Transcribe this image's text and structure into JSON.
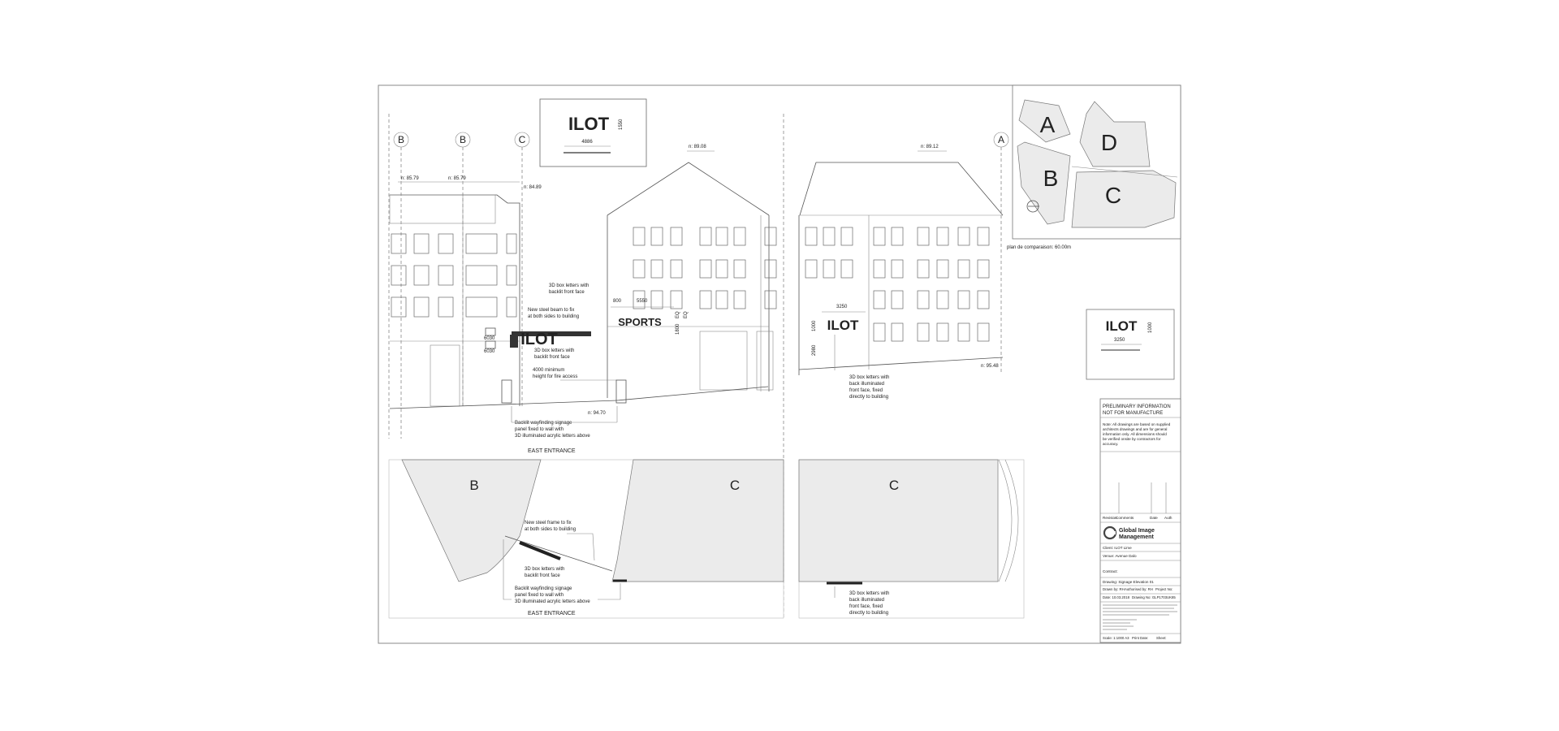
{
  "sheet": {
    "gridlines": {
      "b1": "B",
      "b2": "B",
      "c": "C",
      "a": "A"
    },
    "levels": {
      "l1": "n: 85.79",
      "l2": "n: 85.79",
      "l3": "n: 84.89",
      "l4": "n: 89.08",
      "l5": "n: 89.12",
      "l6": "n: 94.70",
      "l7": "n: 95.48"
    },
    "logo_sample": {
      "text": "ILOT",
      "width": "4886",
      "height": "1550"
    },
    "signs": {
      "ilot": "ILOT",
      "sports": "SPORTS"
    },
    "dims": {
      "d800": "800",
      "d5550": "5550",
      "d1800": "1800",
      "deq1": "EQ",
      "deq2": "EQ",
      "d6030a": "6030",
      "d6030b": "6030",
      "d3250": "3250",
      "d1000": "1000",
      "d2980": "2980",
      "s3250": "3250",
      "s1000": "1000"
    },
    "notes": {
      "n1a": "3D box letters with",
      "n1b": "backlit front face",
      "n2a": "New steel beam to fix",
      "n2b": "at both sides to building",
      "n3a": "3D box letters with",
      "n3b": "backlit front face",
      "n4a": "4000 minimum",
      "n4b": "height for fire access",
      "n5a": "Backlit wayfinding signage",
      "n5b": "panel fixed to wall with",
      "n5c": "3D illuminated acrylic letters above",
      "n6a": "3D box letters with",
      "n6b": "back illuminated",
      "n6c": "front face, fixed",
      "n6d": "directly to building",
      "n7a": "New steel frame to fix",
      "n7b": "at both sides to building",
      "n8a": "3D box letters with",
      "n8b": "backlit front face",
      "n9a": "Backlit wayfinding signage",
      "n9b": "panel fixed to wall with",
      "n9c": "3D illuminated acrylic letters above",
      "n10a": "3D box letters with",
      "n10b": "back illuminated",
      "n10c": "front face, fixed",
      "n10d": "directly to building"
    },
    "east_entrance_top": "EAST ENTRANCE",
    "east_entrance_bottom": "EAST ENTRANCE",
    "plan_labels": {
      "B": "B",
      "C": "C",
      "C2": "C"
    },
    "keyplan": {
      "a": "A",
      "b": "B",
      "c": "C",
      "d": "D",
      "caption": "plan de comparaison: 60.00m"
    },
    "sign_detail": {
      "text": "ILOT",
      "width": "3250",
      "height": "1000"
    },
    "titleblock": {
      "preliminary1": "PRELIMINARY INFORMATION",
      "preliminary2": "NOT FOR MANUFACTURE",
      "note1": "Note: All drawings are based on supplied",
      "note2": "architects drawings and are for general",
      "note3": "information only. All dimensions should",
      "note4": "be verified onsite by contractors for",
      "note5": "accuracy.",
      "rev_cols": [
        "Revision",
        "Comments",
        "Date",
        "Auth"
      ],
      "company1": "Global Image",
      "company2": "Management",
      "client": "Client:  ILOT Lime",
      "venue": "Venue:  Avenue Dalo",
      "contract": "Contract:",
      "drawing": "Drawing:  Signage Elevation 01",
      "drawn": "Drawn by:  RH",
      "authorised": "Authorised by:  RH",
      "project": "Project No:",
      "date": "Date:  10.03.2018",
      "drawing_no": "Drawing No:  GLP1703UK85",
      "scale": "Scale:  1:1000 A3",
      "print": "Print Date:",
      "sheet": "Sheet:"
    }
  }
}
